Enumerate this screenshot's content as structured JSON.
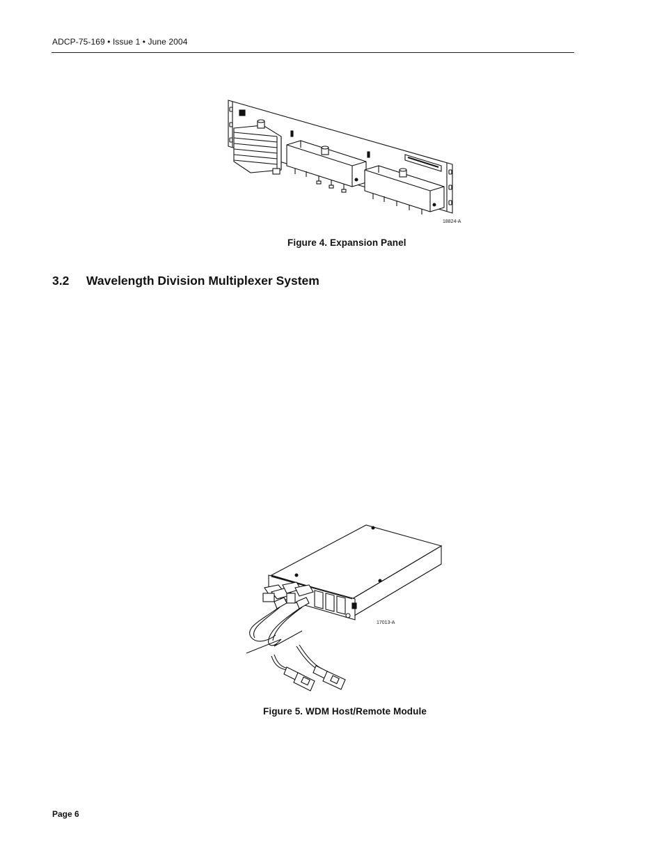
{
  "header": {
    "running_head": "ADCP-75-169 • Issue 1 • June 2004"
  },
  "figure4": {
    "art_code": "18824-A",
    "caption": "Figure 4. Expansion Panel"
  },
  "section": {
    "number": "3.2",
    "title": "Wavelength Division Multiplexer System"
  },
  "figure5": {
    "art_code": "17013-A",
    "caption": "Figure 5. WDM Host/Remote Module"
  },
  "footer": {
    "page_label": "Page 6"
  }
}
